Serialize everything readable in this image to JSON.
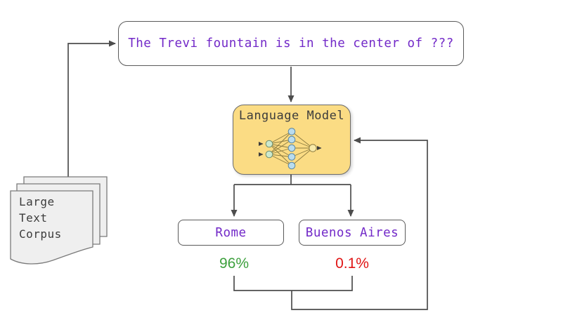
{
  "diagram": {
    "prompt": "The Trevi fountain is in the center of ???",
    "model_label": "Language Model",
    "corpus_label": "Large\nText\nCorpus",
    "outputs": [
      {
        "label": "Rome",
        "probability": "96%"
      },
      {
        "label": "Buenos Aires",
        "probability": "0.1%"
      }
    ],
    "colors": {
      "prompt_text": "#7229c8",
      "answer_text": "#7229c8",
      "model_fill": "#fbdc84",
      "wire": "#4d4d4d",
      "probability_high": "#3da03d",
      "probability_low": "#e01414",
      "page_fill": "#efefef"
    }
  }
}
